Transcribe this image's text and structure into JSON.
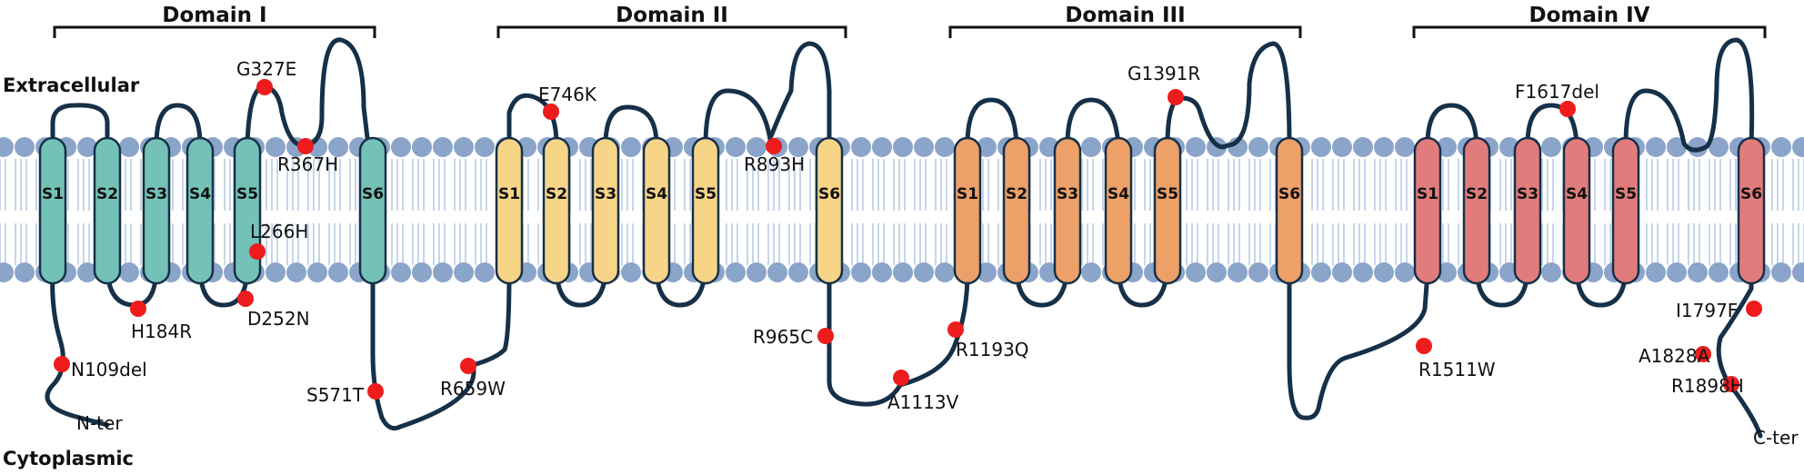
{
  "labels": {
    "extracellular": "Extracellular",
    "cytoplasmic": "Cytoplasmic",
    "n_terminus": "N-ter",
    "c_terminus": "C-ter"
  },
  "colors": {
    "chain": "#163048",
    "lipid_head": "#8ba4c9",
    "lipid_tail": "#b9cbe4",
    "mutation": "#ee1c1c"
  },
  "domains": [
    {
      "name": "Domain I",
      "fill": "#74c2b7",
      "segments": [
        "S1",
        "S2",
        "S3",
        "S4",
        "S5",
        "S6"
      ]
    },
    {
      "name": "Domain II",
      "fill": "#f6d488",
      "segments": [
        "S1",
        "S2",
        "S3",
        "S4",
        "S5",
        "S6"
      ]
    },
    {
      "name": "Domain III",
      "fill": "#eda067",
      "segments": [
        "S1",
        "S2",
        "S3",
        "S4",
        "S5",
        "S6"
      ]
    },
    {
      "name": "Domain IV",
      "fill": "#e27c7c",
      "segments": [
        "S1",
        "S2",
        "S3",
        "S4",
        "S5",
        "S6"
      ]
    }
  ],
  "mutations": [
    "N109del",
    "H184R",
    "D252N",
    "L266H",
    "G327E",
    "R367H",
    "S571T",
    "R659W",
    "E746K",
    "R893H",
    "R965C",
    "A1113V",
    "R1193Q",
    "G1391R",
    "R1511W",
    "F1617del",
    "I1797F",
    "A1828A",
    "R1898H"
  ]
}
